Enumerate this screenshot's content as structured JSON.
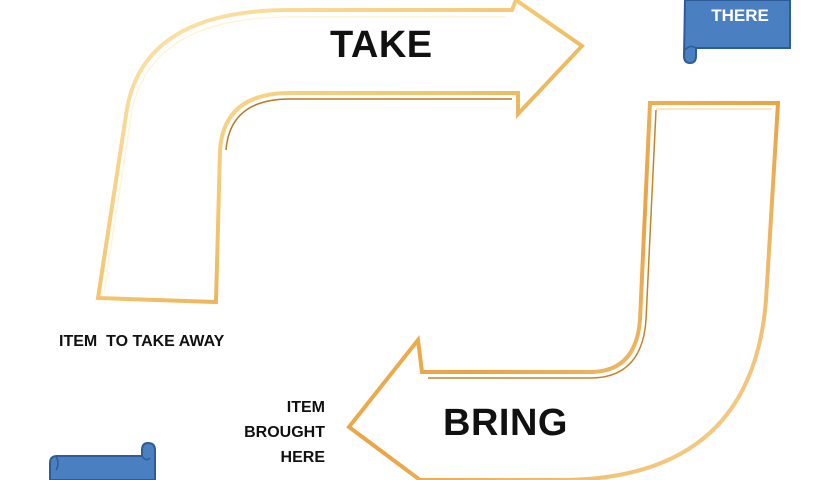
{
  "labels": {
    "take": "TAKE",
    "bring": "BRING",
    "item_to_take_away": "ITEM  TO TAKE AWAY",
    "item_brought_here": [
      "ITEM",
      "BROUGHT",
      "HERE"
    ],
    "there": "THERE"
  },
  "colors": {
    "arrow_fill": "#ffffff",
    "take_outline_light": "#fbe3a0",
    "take_outline_dark": "#d8a13a",
    "bring_outline_light": "#f3c66e",
    "bring_outline_dark": "#e2962e",
    "scroll_fill": "#4a7fc1",
    "scroll_stroke": "#2f5c96"
  },
  "icons": [
    "scroll-banner-icon",
    "scroll-banner-icon"
  ]
}
